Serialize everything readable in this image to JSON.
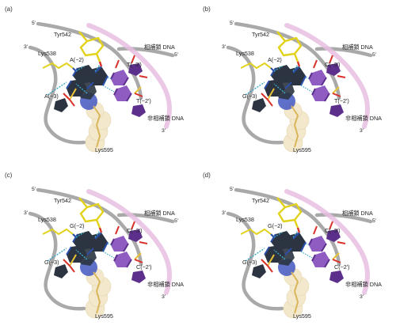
{
  "colors": {
    "backbone": "#a9a9a9",
    "non_template_ribbon": "#e7bfe2",
    "carbon_dark": "#2b3440",
    "purine_blue": "#2b4ea8",
    "purple_base": "#8f5cc2",
    "purple_dark": "#5d2f8c",
    "tyrosine": "#e2d21c",
    "oxygen": "#d8322b",
    "phosphate": "#e7c436",
    "water_link": "#3aa7c9",
    "lys595_sphere": "#f2e7c7",
    "blue_sphere": "#4e60c4"
  },
  "panels": [
    {
      "id": "a",
      "panel_label": "(a)",
      "strand_5p_left": "5'",
      "strand_3p_left": "3'",
      "strand_5p_right": "5'",
      "strand_3p_bottom": "3'",
      "tyr": "Tyr542",
      "lys538": "Lys538",
      "lys595": "Lys595",
      "template_dna": "相補鎖 DNA",
      "nontemplate_dna": "非相補鎖 DNA",
      "base_upper": "A(−2)",
      "base_left": "A(−3)",
      "base_right_top": "T(−3′)",
      "base_right_bottom": "T(−2′)"
    },
    {
      "id": "b",
      "panel_label": "(b)",
      "strand_5p_left": "5'",
      "strand_3p_left": "3'",
      "strand_5p_right": "5'",
      "strand_3p_bottom": "3'",
      "tyr": "Tyr542",
      "lys538": "Lys538",
      "lys595": "Lys595",
      "template_dna": "相補鎖 DNA",
      "nontemplate_dna": "非相補鎖 DNA",
      "base_upper": "A(−2)",
      "base_left": "G(−3)",
      "base_right_top": "C(−3′)",
      "base_right_bottom": "T(−2′)"
    },
    {
      "id": "c",
      "panel_label": "(c)",
      "strand_5p_left": "5'",
      "strand_3p_left": "3'",
      "strand_5p_right": "5'",
      "strand_3p_bottom": "3'",
      "tyr": "Tyr542",
      "lys538": "Lys538",
      "lys595": "Lys595",
      "template_dna": "相補鎖 DNA",
      "nontemplate_dna": "非相補鎖 DNA",
      "base_upper": "G(−2)",
      "base_left": "G(−3)",
      "base_right_top": "C(−3′)",
      "base_right_bottom": "C(−2′)"
    },
    {
      "id": "d",
      "panel_label": "(d)",
      "strand_5p_left": "5'",
      "strand_3p_left": "3'",
      "strand_5p_right": "5'",
      "strand_3p_bottom": "3'",
      "tyr": "Tyr542",
      "lys538": "Lys538",
      "lys595": "Lys595",
      "template_dna": "相補鎖 DNA",
      "nontemplate_dna": "非相補鎖 DNA",
      "base_upper": "G(−2)",
      "base_left": "G(−3)",
      "base_right_top": "C(−3′)",
      "base_right_bottom": "C(−2′)"
    }
  ]
}
